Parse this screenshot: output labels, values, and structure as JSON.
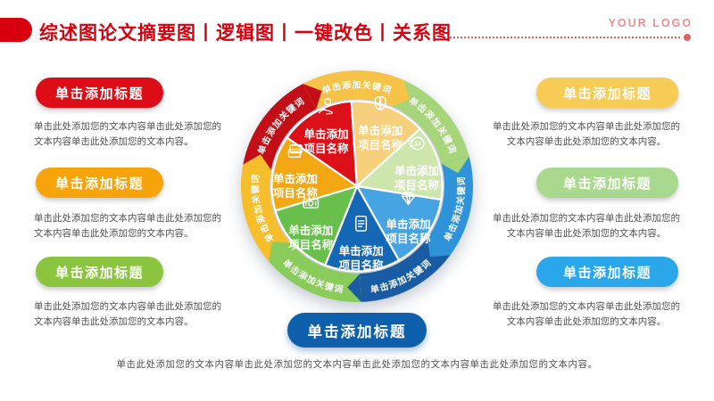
{
  "header": {
    "title": "综述图论文摘要图丨逻辑图丨一键改色丨关系图",
    "title_color": "#D7000F",
    "tab_color": "#D7000F",
    "dotted_line_color": "#E26060",
    "logo": "YOUR LOGO",
    "logo_color": "#EC8F8F"
  },
  "left_column": {
    "items": [
      {
        "title": "单击添加标题",
        "pill_color": "#DC0D16",
        "body": "单击此处添加您的文本内容单击此处添加您的文本内容单击此处添加您的文本内容。"
      },
      {
        "title": "单击添加标题",
        "pill_color": "#F7A30A",
        "body": "单击此处添加您的文本内容单击此处添加您的文本内容单击此处添加您的文本内容。"
      },
      {
        "title": "单击添加标题",
        "pill_color": "#8BC53F",
        "body": "单击此处添加您的文本内容单击此处添加您的文本内容单击此处添加您的文本内容。"
      }
    ]
  },
  "right_column": {
    "items": [
      {
        "title": "单击添加标题",
        "pill_color": "#F7CC55",
        "body": "单击此处添加您的文本内容单击此处添加您的文本内容单击此处添加您的文本内容。"
      },
      {
        "title": "单击添加标题",
        "pill_color": "#A9D98E",
        "body": "单击此处添加您的文本内容单击此处添加您的文本内容单击此处添加您的文本内容。"
      },
      {
        "title": "单击添加标题",
        "pill_color": "#2AA7EA",
        "body": "单击此处添加您的文本内容单击此处添加您的文本内容单击此处添加您的文本内容。"
      }
    ]
  },
  "wheel": {
    "keyword_label": "单击添加关键词",
    "bottom_title": "单击添加标题",
    "bottom_pill_color": "#0E5FAC",
    "segments": [
      {
        "name": "red",
        "icon": "hand-coin-icon",
        "wedge_color": "#DB1019",
        "arc_color": "#C40E17",
        "label_top": "单击添加",
        "label_bottom": "项目名称"
      },
      {
        "name": "yellow",
        "icon": "brain-icon",
        "wedge_color": "#F6D07C",
        "arc_color": "#F6C247",
        "label_top": "单击添加",
        "label_bottom": "项目名称"
      },
      {
        "name": "light-green",
        "icon": "clock-24-icon",
        "wedge_color": "#CDE6AC",
        "arc_color": "#A6D57A",
        "label_top": "单击添加",
        "label_bottom": "项目名称"
      },
      {
        "name": "light-blue",
        "icon": "diamond-icon",
        "wedge_color": "#47A4E3",
        "arc_color": "#2E93D8",
        "label_top": "单击添加",
        "label_bottom": "项目名称"
      },
      {
        "name": "dark-blue",
        "icon": "document-icon",
        "wedge_color": "#1568B6",
        "arc_color": "#1A5CA4",
        "label_top": "单击添加",
        "label_bottom": "项目名称"
      },
      {
        "name": "green",
        "icon": "banknote-icon",
        "wedge_color": "#69BF4C",
        "arc_color": "#8ACC59",
        "label_top": "单击添加",
        "label_bottom": "项目名称"
      },
      {
        "name": "orange",
        "icon": "credit-card-icon",
        "wedge_color": "#F2A713",
        "arc_color": "#F7BE2B",
        "label_top": "单击添加",
        "label_bottom": "项目名称"
      }
    ]
  },
  "footer": {
    "text": "单击此处添加您的文本内容单击此处添加您的文本内容单击此处添加您的文本内容单击此处添加您的文本内容。"
  }
}
